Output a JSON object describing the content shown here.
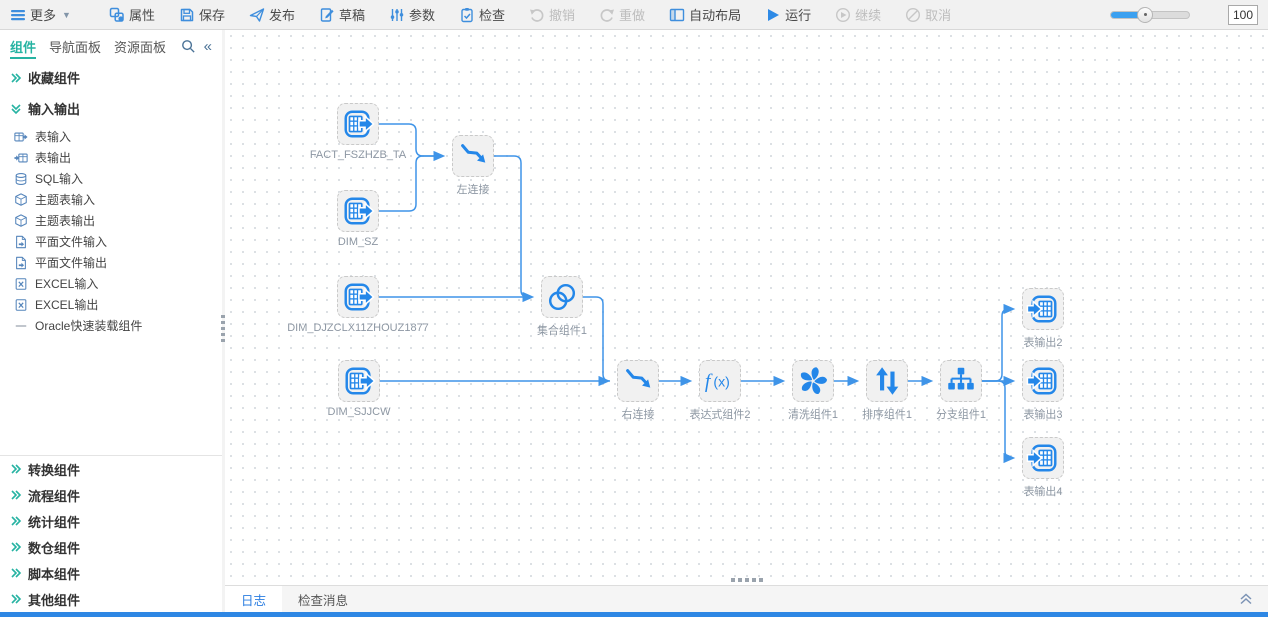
{
  "toolbar": {
    "items": [
      "更多",
      "属性",
      "保存",
      "发布",
      "草稿",
      "参数",
      "检查",
      "撤销",
      "重做",
      "自动布局",
      "运行",
      "继续",
      "取消"
    ],
    "zoom_value": "100"
  },
  "sidebar": {
    "tabs": [
      "组件",
      "导航面板",
      "资源面板"
    ],
    "favorites_section": "收藏组件",
    "io_section": "输入输出",
    "items": [
      "表输入",
      "表输出",
      "SQL输入",
      "主题表输入",
      "主题表输出",
      "平面文件输入",
      "平面文件输出",
      "EXCEL输入",
      "EXCEL输出",
      "Oracle快速装载组件"
    ],
    "bottom_sections": [
      "转换组件",
      "流程组件",
      "统计组件",
      "数仓组件",
      "脚本组件",
      "其他组件"
    ]
  },
  "canvas": {
    "nodes": [
      "FACT_FSZHZB_TA",
      "DIM_SZ",
      "左连接",
      "DIM_DJZCLX11ZHOUZ1877",
      "集合组件1",
      "DIM_SJJCW",
      "右连接",
      "表达式组件2",
      "清洗组件1",
      "排序组件1",
      "分支组件1",
      "表输出2",
      "表输出3",
      "表输出4"
    ]
  },
  "bottom_panel": {
    "tabs": [
      "日志",
      "检查消息"
    ]
  },
  "colors": {
    "accent_blue": "#2e8ae6",
    "teal": "#26b3a2",
    "edge_blue": "#3f94e8"
  }
}
